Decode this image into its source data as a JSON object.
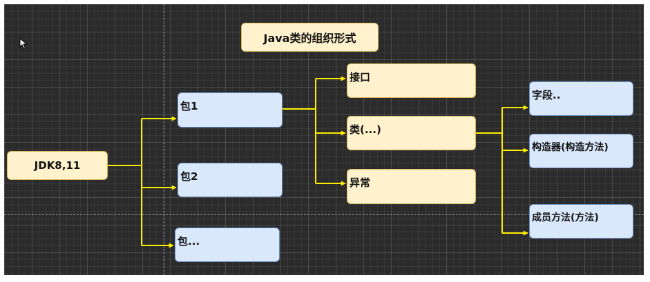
{
  "diagram": {
    "title": "Java类的组织形式",
    "root": "JDK8,11",
    "packages": [
      "包1",
      "包2",
      "包..."
    ],
    "package_contents": [
      "接口",
      "类(...)",
      "异常"
    ],
    "class_members": [
      "字段..",
      "构造器(构造方法)",
      "成员方法(方法)"
    ]
  },
  "colors": {
    "canvas_background": "#2b2b2b",
    "connector": "#ffee00",
    "yellow_fill": "#fff2cc",
    "yellow_border": "#d6b656",
    "blue_fill": "#dae8fc",
    "blue_border": "#6c8ebf"
  },
  "icons": {
    "cursor": "mouse-pointer-icon"
  }
}
